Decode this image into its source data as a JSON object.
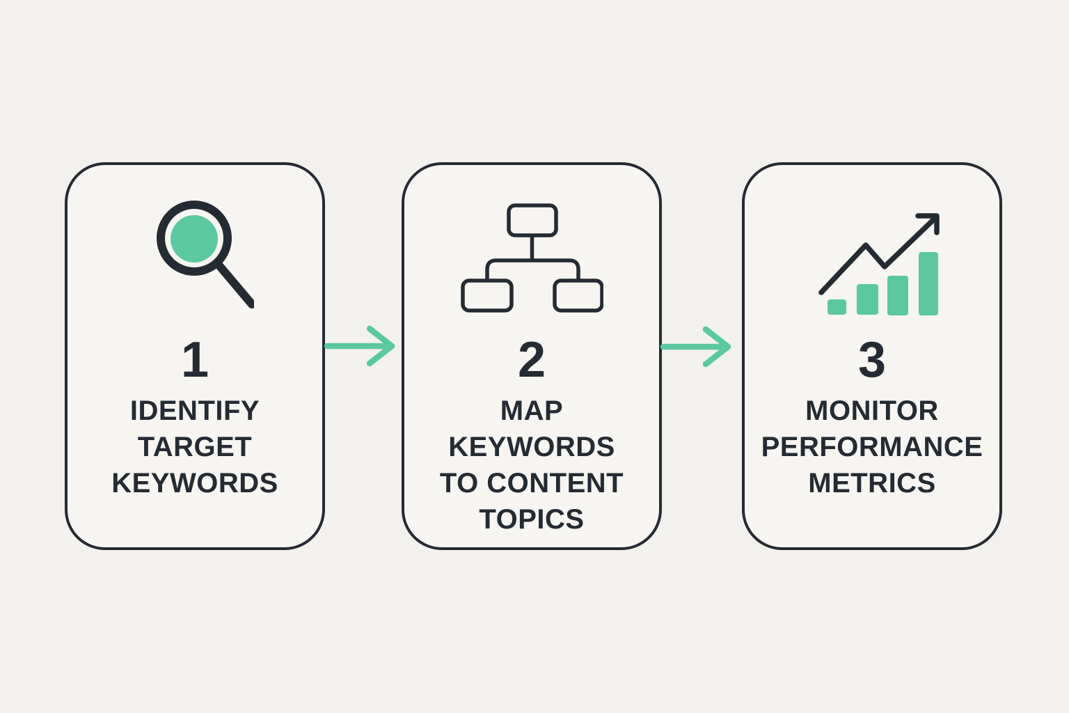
{
  "theme": {
    "background": "#F3F1ED",
    "card_background": "#F7F5F1",
    "ink": "#252B33",
    "accent": "#5BC8A2"
  },
  "steps": [
    {
      "number": "1",
      "icon": "search-icon",
      "label": "IDENTIFY\nTARGET\nKEYWORDS"
    },
    {
      "number": "2",
      "icon": "sitemap-icon",
      "label": "MAP\nKEYWORDS\nTO CONTENT\nTOPICS"
    },
    {
      "number": "3",
      "icon": "growth-chart-icon",
      "label": "MONITOR\nPERFORMANCE\nMETRICS"
    }
  ],
  "connectors": [
    {
      "icon": "arrow-right-icon"
    },
    {
      "icon": "arrow-right-icon"
    }
  ]
}
